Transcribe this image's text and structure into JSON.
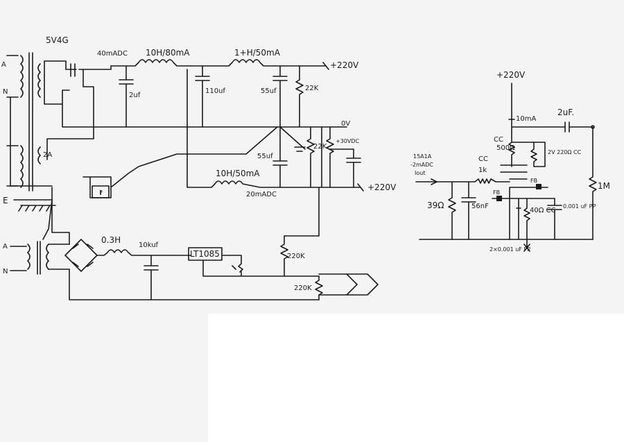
{
  "labels": {
    "secondary_5v4g": "5V4G",
    "phase_a": "A",
    "neutral_n": "N",
    "earth_e": "E",
    "current_40madc": "40mADC",
    "choke_10h_80ma": "10H/80mA",
    "choke_1h_50ma": "1+H/50mA",
    "cap_2uf": "2uf",
    "cap_110uf": "110uf",
    "cap_55uf_top": "55uf",
    "res_22k_top": "22K",
    "plus_220v_top": "+220V",
    "zero_v": "0V",
    "fuse_2a": "2A",
    "cap_55uf_mid": "55uf",
    "res_22k_mid": "22K",
    "plus_30vdc": "+30VDC",
    "choke_10h_50ma": "10H/50mA",
    "current_20madc": "20mADC",
    "plus_220v_mid": "+220V",
    "phase_a_low": "A",
    "neutral_n_low": "N",
    "choke_0_3h": "0.3H",
    "cap_10kuf": "10kuf",
    "regulator": "LT1085",
    "res_220k_a": "220K",
    "res_220k_b": "220K",
    "relay_q": "?",
    "plus_220v_right": "+220V",
    "current_10ma": "10mA",
    "cap_2uf_right": "2uF.",
    "tube_label": "CC",
    "res_500": "500Ω",
    "res_2k_220": "2V 220Ω CC",
    "input_desc_1": "15A1A",
    "input_desc_2": "-2mADC",
    "input_desc_3": "Iout",
    "res_1k_cc": "CC",
    "res_1k": "1k",
    "res_39": "39Ω",
    "cap_56nf": "56nF",
    "fb_left": "FB",
    "fb_right": "FB",
    "res_40_cc": "40Ω CC",
    "cap_0_001": "0.001 uF PP",
    "cap_2x_0_001": "2×0.001 uF PP",
    "res_1m": "1M"
  }
}
